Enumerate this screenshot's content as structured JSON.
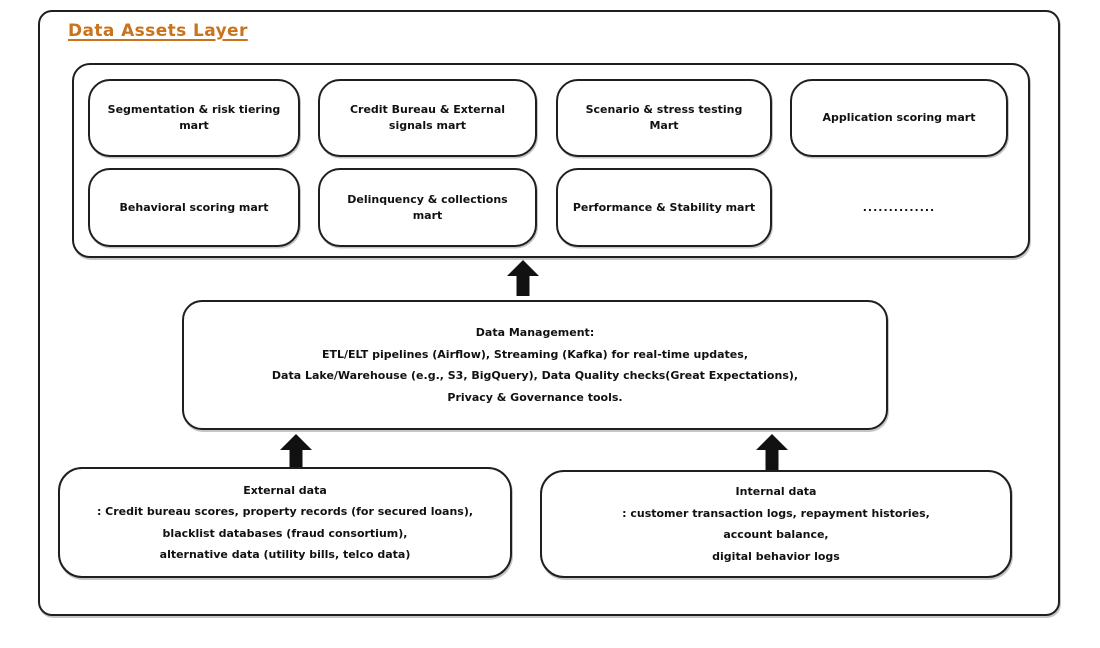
{
  "title": "Data Assets Layer",
  "colors": {
    "accent": "#c9731d",
    "border": "#1f1f1f",
    "background": "#ffffff",
    "arrow": "#111111"
  },
  "marts": {
    "items": [
      {
        "label": "Segmentation & risk tiering mart"
      },
      {
        "label": "Credit Bureau & External signals mart"
      },
      {
        "label": "Scenario & stress testing Mart"
      },
      {
        "label": "Application scoring mart"
      },
      {
        "label": "Behavioral scoring mart"
      },
      {
        "label": "Delinquency & collections mart"
      },
      {
        "label": "Performance & Stability mart"
      }
    ],
    "placeholder_dots": ".............."
  },
  "data_management": {
    "lines": [
      "Data Management:",
      "ETL/ELT pipelines (Airflow), Streaming (Kafka) for real-time updates,",
      "Data Lake/Warehouse (e.g., S3, BigQuery), Data Quality checks(Great Expectations),",
      "Privacy & Governance tools."
    ]
  },
  "external_data": {
    "lines": [
      "External data",
      ": Credit bureau scores, property records (for secured loans),",
      "blacklist databases (fraud consortium),",
      "alternative data (utility bills, telco data)"
    ]
  },
  "internal_data": {
    "lines": [
      "Internal data",
      ": customer transaction logs, repayment histories,",
      "account balance,",
      "digital behavior logs"
    ]
  }
}
